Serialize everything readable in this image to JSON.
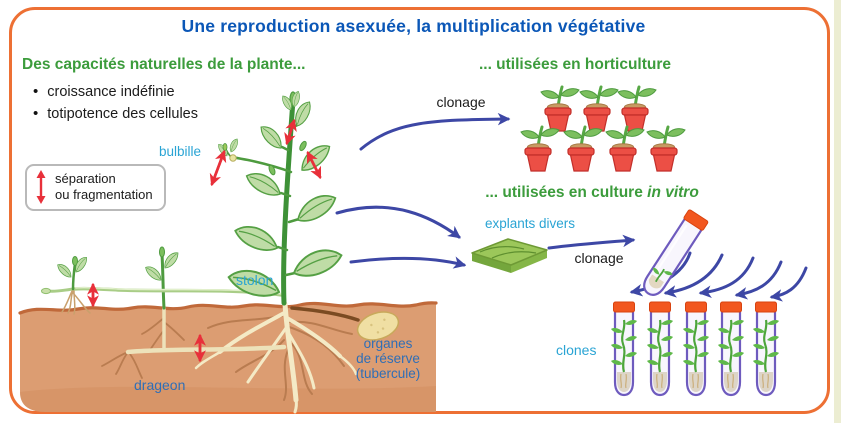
{
  "title": "Une reproduction asexuée, la multiplication végétative",
  "left_panel": {
    "heading": "Des capacités naturelles de la plante...",
    "bullets": [
      "croissance indéfinie",
      "totipotence des cellules"
    ],
    "separation_box_text": "séparation\nou fragmentation"
  },
  "plant_labels": {
    "bulbille": "bulbille",
    "stolon": "stolon",
    "drageon": "drageon",
    "reserve_organs": "organes\nde réserve\n(tubercule)"
  },
  "horticulture": {
    "heading": "... utilisées en horticulture",
    "clonage_label": "clonage",
    "pot_count": 7
  },
  "in_vitro": {
    "heading_prefix": "... utilisées en culture ",
    "heading_italic": "in vitro",
    "explants_label": "explants divers",
    "clonage_label": "clonage",
    "clones_label": "clones",
    "clone_tube_count": 5
  },
  "colors": {
    "frame_orange": "#ED7034",
    "title_blue": "#0B57B7",
    "heading_green": "#3C9C3C",
    "label_cyan": "#2AA4D4",
    "label_blue": "#2F6EB6",
    "arrow_blue": "#3D47A5",
    "arrow_red": "#E8303A",
    "soil_brown": "#DC9D72"
  }
}
